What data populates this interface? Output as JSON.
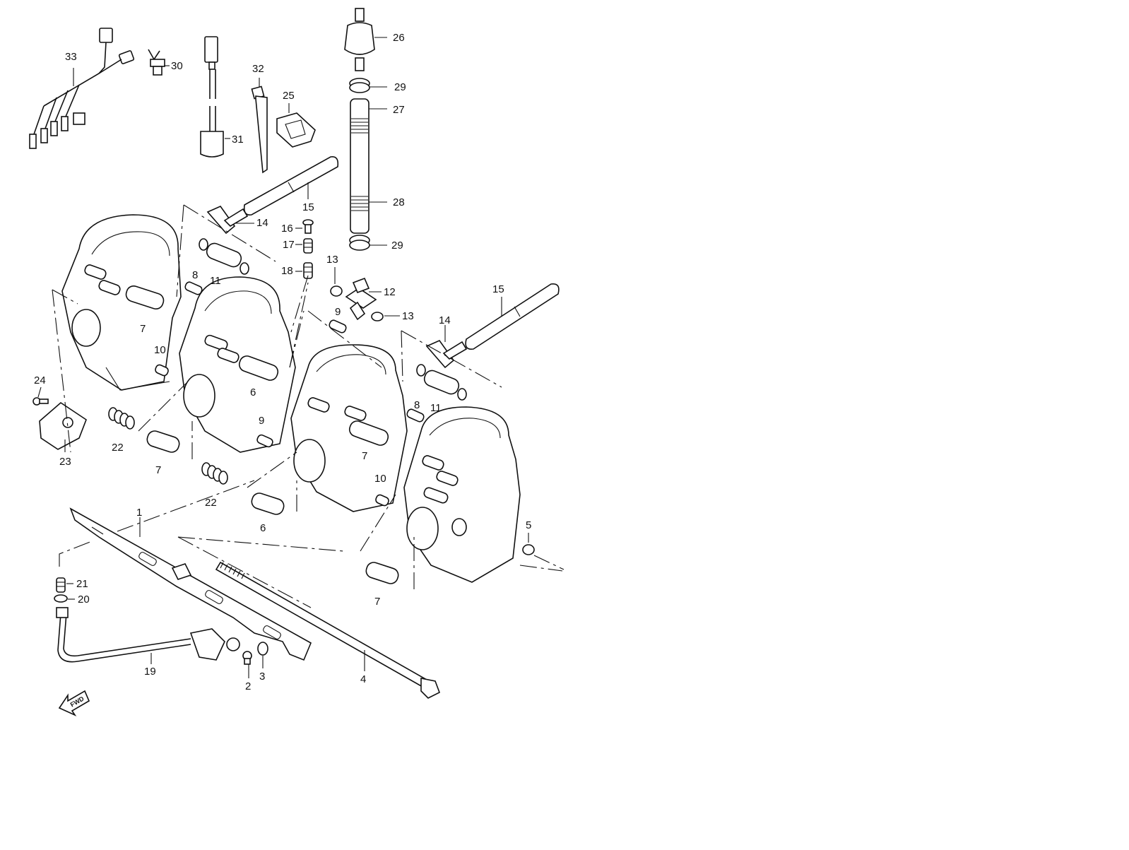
{
  "diagram": {
    "callouts": [
      {
        "id": "c1",
        "text": "1"
      },
      {
        "id": "c2",
        "text": "2"
      },
      {
        "id": "c3",
        "text": "3"
      },
      {
        "id": "c4",
        "text": "4"
      },
      {
        "id": "c5",
        "text": "5"
      },
      {
        "id": "c6a",
        "text": "6"
      },
      {
        "id": "c6b",
        "text": "6"
      },
      {
        "id": "c7a",
        "text": "7"
      },
      {
        "id": "c7b",
        "text": "7"
      },
      {
        "id": "c7c",
        "text": "7"
      },
      {
        "id": "c7d",
        "text": "7"
      },
      {
        "id": "c8a",
        "text": "8"
      },
      {
        "id": "c8b",
        "text": "8"
      },
      {
        "id": "c9a",
        "text": "9"
      },
      {
        "id": "c9b",
        "text": "9"
      },
      {
        "id": "c10a",
        "text": "10"
      },
      {
        "id": "c10b",
        "text": "10"
      },
      {
        "id": "c11a",
        "text": "11"
      },
      {
        "id": "c11b",
        "text": "11"
      },
      {
        "id": "c12",
        "text": "12"
      },
      {
        "id": "c13a",
        "text": "13"
      },
      {
        "id": "c13b",
        "text": "13"
      },
      {
        "id": "c14a",
        "text": "14"
      },
      {
        "id": "c14b",
        "text": "14"
      },
      {
        "id": "c15a",
        "text": "15"
      },
      {
        "id": "c15b",
        "text": "15"
      },
      {
        "id": "c16",
        "text": "16"
      },
      {
        "id": "c17",
        "text": "17"
      },
      {
        "id": "c18",
        "text": "18"
      },
      {
        "id": "c19",
        "text": "19"
      },
      {
        "id": "c20",
        "text": "20"
      },
      {
        "id": "c21",
        "text": "21"
      },
      {
        "id": "c22a",
        "text": "22"
      },
      {
        "id": "c22b",
        "text": "22"
      },
      {
        "id": "c23",
        "text": "23"
      },
      {
        "id": "c24",
        "text": "24"
      },
      {
        "id": "c25",
        "text": "25"
      },
      {
        "id": "c26",
        "text": "26"
      },
      {
        "id": "c27",
        "text": "27"
      },
      {
        "id": "c28",
        "text": "28"
      },
      {
        "id": "c29a",
        "text": "29"
      },
      {
        "id": "c29b",
        "text": "29"
      },
      {
        "id": "c30",
        "text": "30"
      },
      {
        "id": "c31",
        "text": "31"
      },
      {
        "id": "c32",
        "text": "32"
      },
      {
        "id": "c33",
        "text": "33"
      }
    ],
    "fwd_label": "FWD",
    "colors": {
      "ink": "#111111",
      "paper": "#ffffff"
    }
  }
}
